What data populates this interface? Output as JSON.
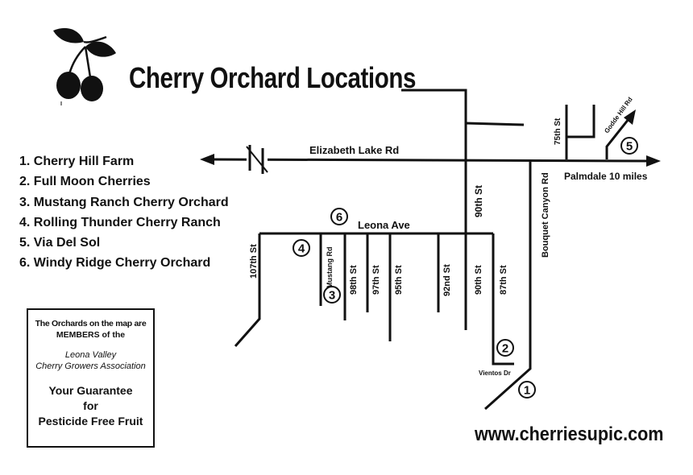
{
  "title": "Cherry Orchard Locations",
  "legend": [
    "1. Cherry Hill Farm",
    "2. Full Moon Cherries",
    "3. Mustang Ranch Cherry Orchard",
    "4. Rolling Thunder Cherry Ranch",
    "5. Via Del Sol",
    "6. Windy Ridge Cherry Orchard"
  ],
  "info_box": {
    "line1": "The Orchards on the map are",
    "line2": "MEMBERS of the",
    "line3": "Leona Valley",
    "line4": "Cherry Growers Association",
    "line5": "Your Guarantee",
    "line6": "for",
    "line7": "Pesticide Free Fruit"
  },
  "website": "www.cherriesupic.com",
  "roads": {
    "elizabeth_lake": "Elizabeth Lake Rd",
    "leona": "Leona Ave",
    "palmdale": "Palmdale 10 miles",
    "st90_north": "90th St",
    "bouquet": "Bouquet Canyon Rd",
    "st75": "75th St",
    "godde": "Godde Hill Rd",
    "st107": "107th St",
    "mustang": "Mustang Rd",
    "st98": "98th St",
    "st97": "97th St",
    "st95": "95th St",
    "st92": "92nd St",
    "st90_south": "90th St",
    "st87": "87th St",
    "vientos": "Vientos Dr"
  },
  "markers": {
    "m1": "1",
    "m2": "2",
    "m3": "3",
    "m4": "4",
    "m5": "5",
    "m6": "6"
  },
  "icon": "cherries-icon"
}
